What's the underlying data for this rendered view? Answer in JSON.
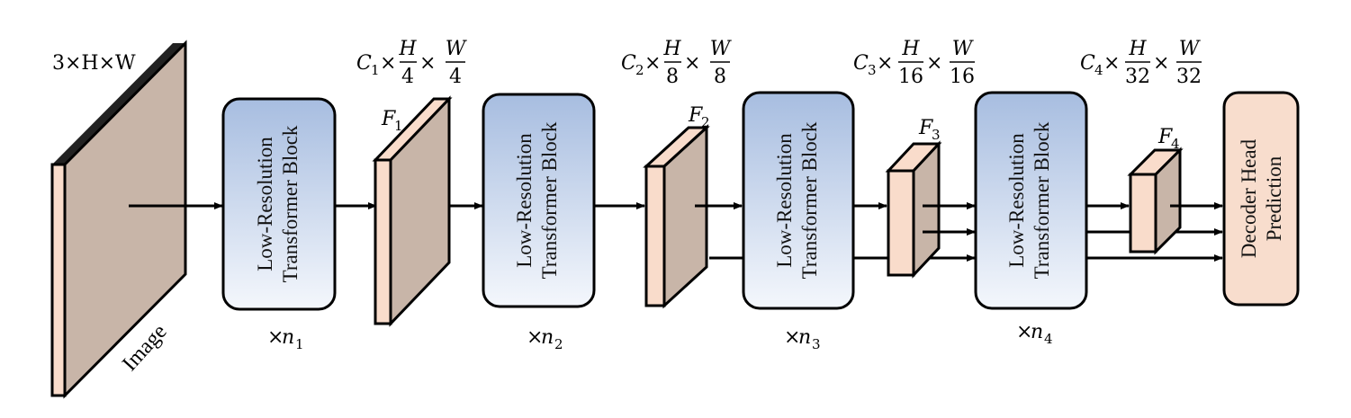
{
  "image": {
    "dims": "3×H×W",
    "label": "Image"
  },
  "blocks": [
    {
      "line1": "Low-Resolution",
      "line2": "Transformer Block",
      "repeat_prefix": "×",
      "repeat_var": "n",
      "repeat_sub": "1"
    },
    {
      "line1": "Low-Resolution",
      "line2": "Transformer Block",
      "repeat_prefix": "×",
      "repeat_var": "n",
      "repeat_sub": "2"
    },
    {
      "line1": "Low-Resolution",
      "line2": "Transformer Block",
      "repeat_prefix": "×",
      "repeat_var": "n",
      "repeat_sub": "3"
    },
    {
      "line1": "Low-Resolution",
      "line2": "Transformer Block",
      "repeat_prefix": "×",
      "repeat_var": "n",
      "repeat_sub": "4"
    }
  ],
  "features": [
    {
      "var": "F",
      "sub": "1",
      "channel_var": "C",
      "channel_sub": "1",
      "times": "×",
      "h_num": "H",
      "h_den": "4",
      "w_num": "W",
      "w_den": "4"
    },
    {
      "var": "F",
      "sub": "2",
      "channel_var": "C",
      "channel_sub": "2",
      "times": "×",
      "h_num": "H",
      "h_den": "8",
      "w_num": "W",
      "w_den": "8"
    },
    {
      "var": "F",
      "sub": "3",
      "channel_var": "C",
      "channel_sub": "3",
      "times": "×",
      "h_num": "H",
      "h_den": "16",
      "w_num": "W",
      "w_den": "16"
    },
    {
      "var": "F",
      "sub": "4",
      "channel_var": "C",
      "channel_sub": "4",
      "times": "×",
      "h_num": "H",
      "h_den": "32",
      "w_num": "W",
      "w_den": "32"
    }
  ],
  "decoder": {
    "line1": "Decoder Head",
    "line2": "Prediction"
  },
  "colors": {
    "tensor_face": "#c8b5a8",
    "tensor_edge": "#f9dccb",
    "block_top": "#a7bde0",
    "block_bottom": "#f4f7fc",
    "decoder_fill": "#f8ddcd",
    "stroke": "#000000"
  }
}
